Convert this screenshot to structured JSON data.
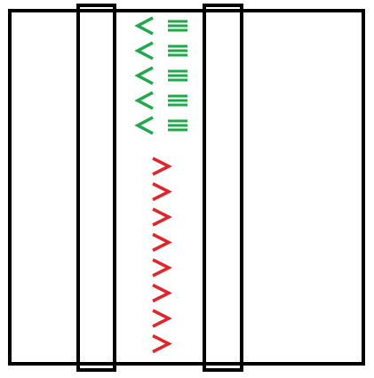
{
  "colors": {
    "background": "#ffffff",
    "outline": "#000000",
    "green_marks": "#1faa4a",
    "red_marks": "#e0262b"
  },
  "shapes": {
    "outer_frame": "rectangle",
    "left_bar": "rectangle",
    "right_bar": "rectangle"
  },
  "marks": {
    "green_column": {
      "symbol": "less-than-with-equals",
      "count": 5
    },
    "red_column": {
      "symbol": "greater-than",
      "count": 8
    }
  }
}
